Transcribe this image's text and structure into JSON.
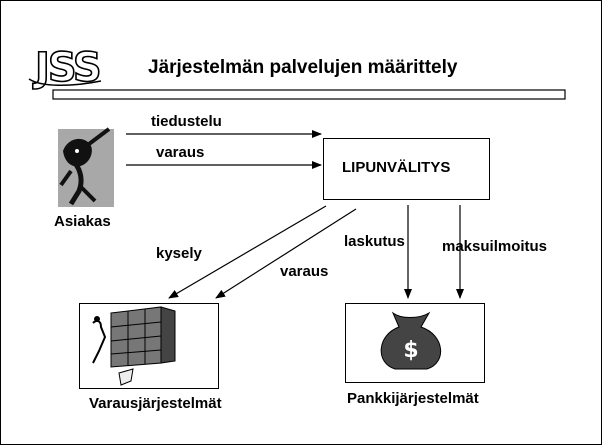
{
  "logo_text": "JSS",
  "title": "Järjestelmän palvelujen määrittely",
  "actor_label": "Asiakas",
  "center_box_label": "LIPUNVÄLITYS",
  "left_system_label": "Varausjärjestelmät",
  "right_system_label": "Pankkijärjestelmät",
  "arrows": {
    "top1": "tiedustelu",
    "top2": "varaus",
    "down_left1": "kysely",
    "down_left2": "varaus",
    "down_right1": "laskutus",
    "down_right2": "maksuilmoitus"
  },
  "icons": {
    "logo": "jss-logo",
    "actor": "customer-figure-icon",
    "left": "filing-cabinet-icon",
    "right": "money-bag-icon"
  }
}
